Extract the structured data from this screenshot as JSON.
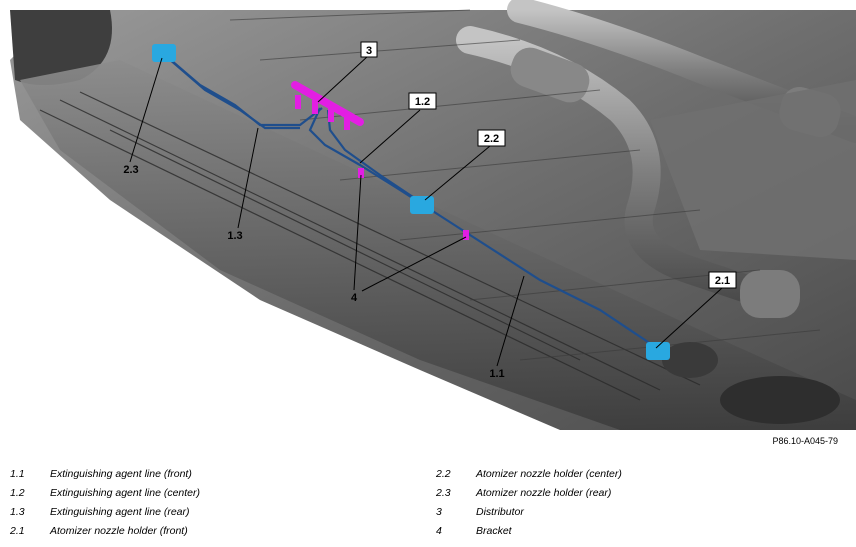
{
  "callouts": {
    "c_2_3": "2.3",
    "c_1_3": "1.3",
    "c_3": "3",
    "c_1_2": "1.2",
    "c_2_2": "2.2",
    "c_4": "4",
    "c_2_1": "2.1",
    "c_1_1": "1.1"
  },
  "figure_code": "P86.10-A045-79",
  "legend": {
    "left": [
      {
        "num": "1.1",
        "desc": "Extinguishing agent line (front)"
      },
      {
        "num": "1.2",
        "desc": "Extinguishing agent line (center)"
      },
      {
        "num": "1.3",
        "desc": "Extinguishing agent line (rear)"
      },
      {
        "num": "2.1",
        "desc": "Atomizer nozzle holder (front)"
      }
    ],
    "right": [
      {
        "num": "2.2",
        "desc": "Atomizer nozzle holder (center)"
      },
      {
        "num": "2.3",
        "desc": "Atomizer nozzle holder (rear)"
      },
      {
        "num": "3",
        "desc": "Distributor"
      },
      {
        "num": "4",
        "desc": "Bracket"
      }
    ]
  },
  "colors": {
    "background_metal": "#5a5a5a",
    "line_blue": "#1f4e8c",
    "nozzle_cyan": "#29a8e0",
    "bracket_magenta": "#e31ee3"
  }
}
